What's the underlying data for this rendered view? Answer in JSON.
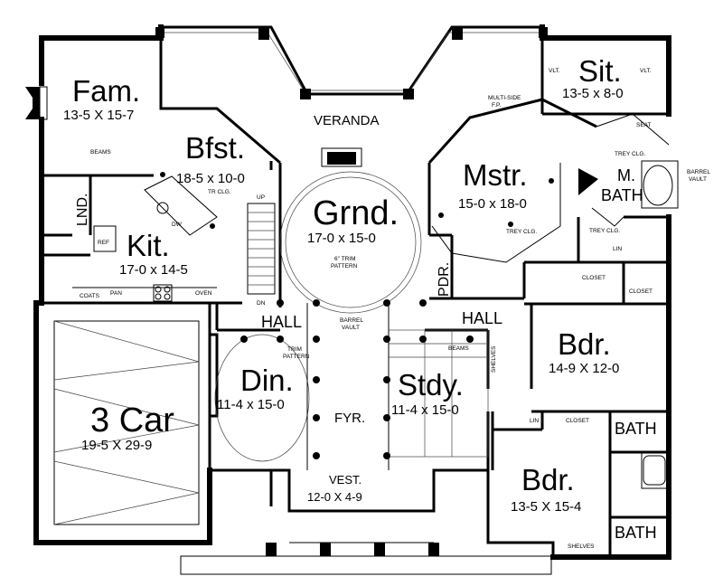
{
  "rooms": {
    "fam": {
      "name": "Fam.",
      "dims": "13-5 X 15-7"
    },
    "bfst": {
      "name": "Bfst.",
      "dims": "18-5 x 10-0"
    },
    "kit": {
      "name": "Kit.",
      "dims": "17-0 x 14-5"
    },
    "lnd": {
      "name": "LND."
    },
    "grnd": {
      "name": "Grnd.",
      "dims": "17-0 x 15-0"
    },
    "veranda": {
      "name": "VERANDA"
    },
    "sit": {
      "name": "Sit.",
      "dims": "13-5 x 8-0"
    },
    "mstr": {
      "name": "Mstr.",
      "dims": "15-0 x 18-0"
    },
    "mbath": {
      "name1": "M.",
      "name2": "BATH"
    },
    "pdr": {
      "name": "PDR."
    },
    "hall_left": {
      "name": "HALL"
    },
    "hall_right": {
      "name": "HALL"
    },
    "bdr1": {
      "name": "Bdr.",
      "dims": "14-9 X 12-0"
    },
    "din": {
      "name": "Din.",
      "dims": "11-4 x 15-0"
    },
    "fyr": {
      "name": "FYR."
    },
    "stdy": {
      "name": "Stdy.",
      "dims": "11-4 x 15-0"
    },
    "garage": {
      "name": "3 Car",
      "dims": "19-5 X 29-9"
    },
    "vest": {
      "name": "VEST.",
      "dims": "12-0 X 4-9"
    },
    "bdr2": {
      "name": "Bdr.",
      "dims": "13-5 X 15-4"
    },
    "bath1": {
      "name": "BATH"
    },
    "bath2": {
      "name": "BATH"
    }
  },
  "notes": {
    "beams_fam": "BEAMS",
    "beams_stdy": "BEAMS",
    "trey_clg_bfst": "TR CLG.",
    "up": "UP",
    "dn": "DN",
    "trim": "6\" TRIM",
    "pattern": "PATTERN",
    "barrel": "BARREL",
    "vault": "VAULT",
    "trim2": "TRIM",
    "pattern2": "PATTERN",
    "vlt1": "VLT.",
    "vlt2": "VLT.",
    "multi": "MULTI-SIDE",
    "fp": "F.P.",
    "seat": "SEAT",
    "trey_clg_bath": "TREY CLG.",
    "trey_clg_mstr": "TREY CLG.",
    "trey_clg_mb": "TREY CLG.",
    "barrel2": "BARREL",
    "vault2": "VAULT",
    "lin1": "LIN",
    "lin2": "LIN",
    "closet1": "CLOSET",
    "closet2": "CLOSET",
    "closet3": "CLOSET",
    "coats": "COATS",
    "pan": "PAN",
    "oven": "OVEN",
    "ref": "REF",
    "dw": "DW",
    "shelves": "SHELVES",
    "shelves_v": "SHELVES"
  }
}
